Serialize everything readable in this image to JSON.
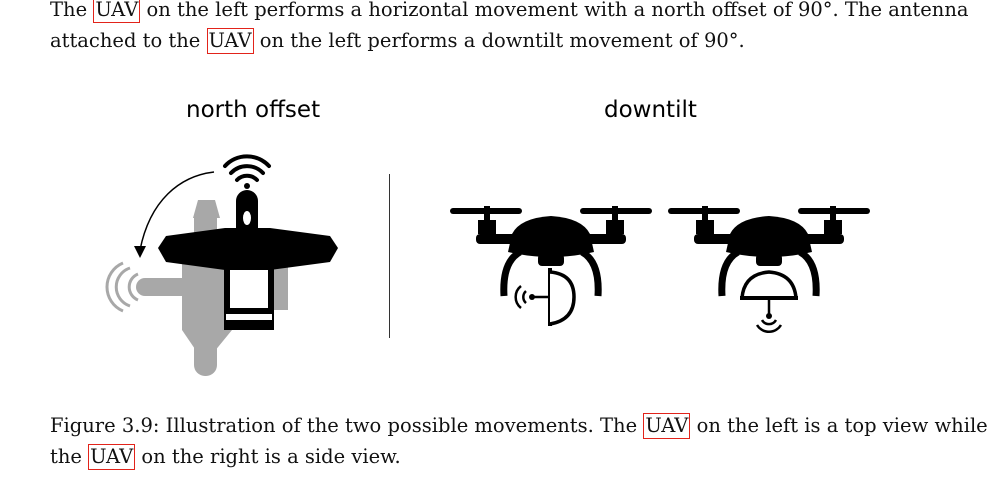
{
  "top_paragraph": {
    "line1": {
      "pre": "The ",
      "acr": "UAV",
      "post": " on the left performs a horizontal movement with a north offset of 90°.  The antenna"
    },
    "line2": {
      "pre": "attached to the ",
      "acr": "UAV",
      "post": " on the left performs a downtilt movement of 90°."
    }
  },
  "figure": {
    "label_left": "north offset",
    "label_right": "downtilt",
    "icons": [
      "top-view-plane-icon",
      "rotation-arrow-icon",
      "wifi-signal-icon",
      "quadcopter-icon",
      "antenna-dish-icon"
    ]
  },
  "caption": {
    "line1": {
      "pre": "Figure 3.9: Illustration of the two possible movements.  The ",
      "acr": "UAV",
      "post": " on the left is a top view while"
    },
    "line2": {
      "pre": "the ",
      "acr": "UAV",
      "post": " on the right is a side view."
    }
  },
  "colors": {
    "link_box": "#e2231a",
    "text": "#111111",
    "ghost_plane": "#a8a8a8"
  }
}
